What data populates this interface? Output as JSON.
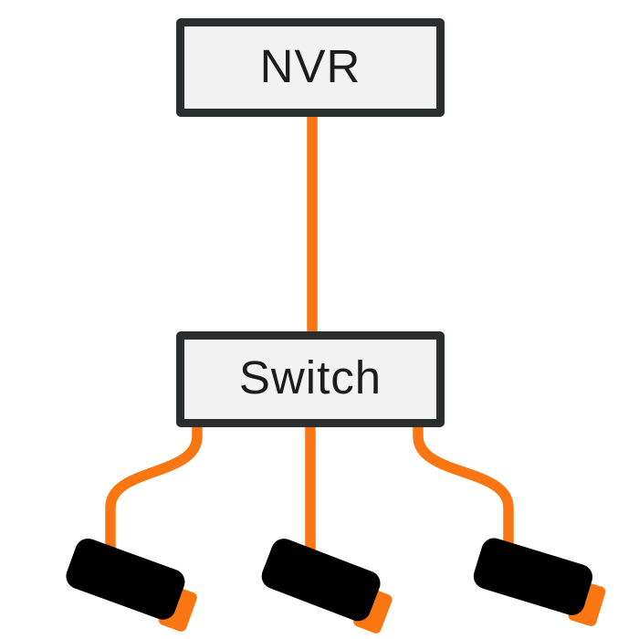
{
  "diagram": {
    "type": "network-topology",
    "background_color": "#ffffff",
    "colors": {
      "cable_orange": "#F97613",
      "box_fill": "#F2F2F2",
      "box_border": "#2B2E2F",
      "camera_body": "#000000",
      "label_text": "#1C1C1C"
    },
    "nodes": [
      {
        "id": "nvr",
        "label": "NVR",
        "type": "box"
      },
      {
        "id": "switch",
        "label": "Switch",
        "type": "box"
      },
      {
        "id": "camera-1",
        "type": "cctv-camera-icon"
      },
      {
        "id": "camera-2",
        "type": "cctv-camera-icon"
      },
      {
        "id": "camera-3",
        "type": "cctv-camera-icon"
      }
    ],
    "edges": [
      {
        "from": "nvr",
        "to": "switch"
      },
      {
        "from": "switch",
        "to": "camera-1"
      },
      {
        "from": "switch",
        "to": "camera-2"
      },
      {
        "from": "switch",
        "to": "camera-3"
      }
    ]
  }
}
